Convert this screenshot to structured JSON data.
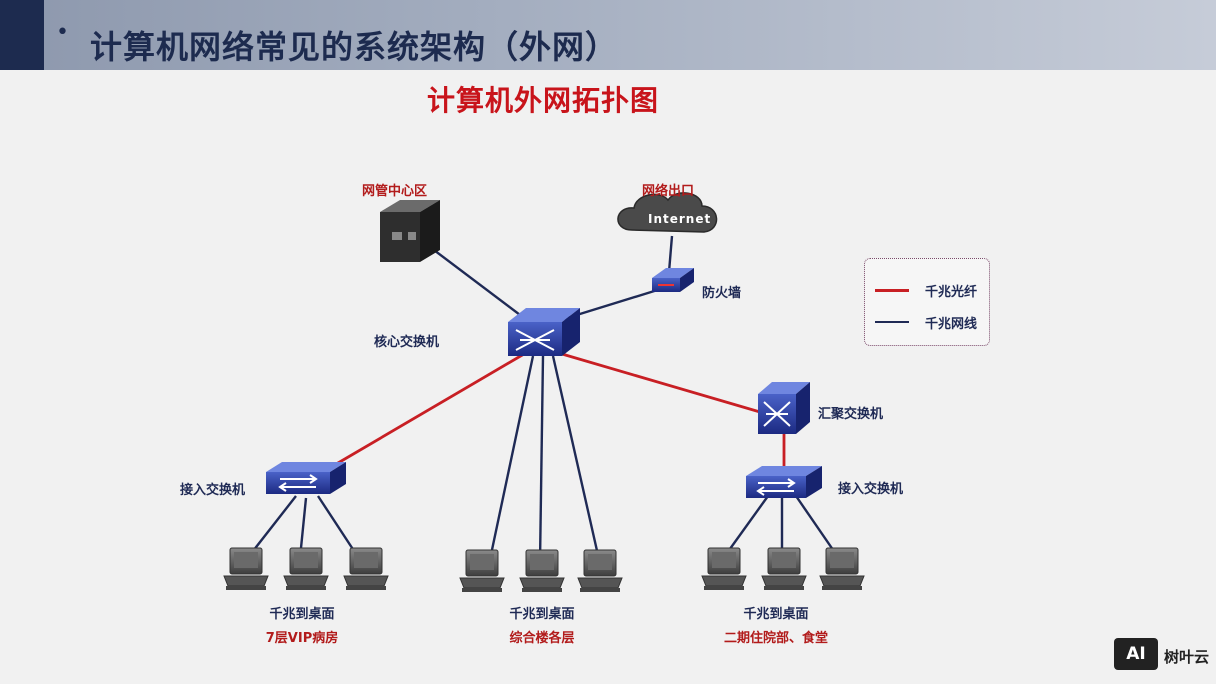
{
  "header": {
    "bullet": "•",
    "title": "计算机网络常见的系统架构（外网）"
  },
  "diagram": {
    "title": "计算机外网拓扑图",
    "nodes": {
      "management": "网管中心区",
      "internet_exit": "网络出口",
      "internet_cloud": "Internet",
      "firewall": "防火墙",
      "core_switch": "核心交换机",
      "aggregation_switch": "汇聚交换机",
      "access_switch_left": "接入交换机",
      "access_switch_right": "接入交换机"
    },
    "groups": [
      {
        "line1": "千兆到桌面",
        "line2": "7层VIP病房"
      },
      {
        "line1": "千兆到桌面",
        "line2": "综合楼各层"
      },
      {
        "line1": "千兆到桌面",
        "line2": "二期住院部、食堂"
      }
    ],
    "legend": [
      {
        "label": "千兆光纤",
        "color": "#c81f24"
      },
      {
        "label": "千兆网线",
        "color": "#1f2a55"
      }
    ]
  },
  "watermark": {
    "badge": "AI",
    "text": "树叶云"
  }
}
